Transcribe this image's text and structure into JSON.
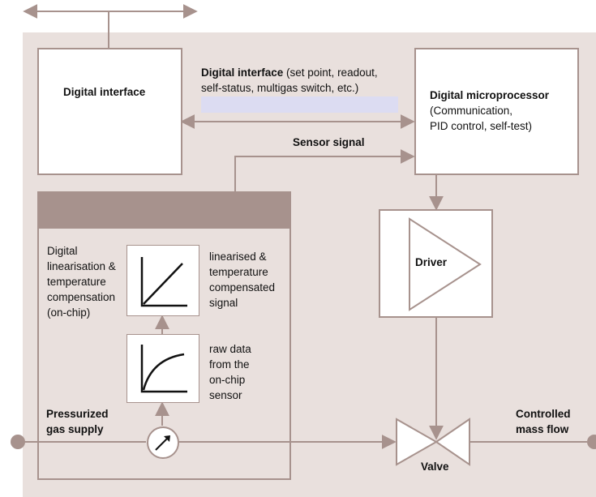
{
  "diagram": {
    "digital_interface_box": "Digital interface",
    "interface_caption": {
      "bold": "Digital interface",
      "rest": " (set point, readout,",
      "line2": "self-status, multigas switch, etc.)"
    },
    "microprocessor": {
      "title": "Digital microprocessor",
      "line1": "(Communication,",
      "line2": "PID control, self-test)"
    },
    "sensor_signal": "Sensor signal",
    "linearisation_label": [
      "Digital",
      "linearisation &",
      "temperature",
      "compensation",
      "(on-chip)"
    ],
    "linearised_label": [
      "linearised &",
      "temperature",
      "compensated",
      "signal"
    ],
    "raw_label": [
      "raw data",
      "from the",
      "on-chip",
      "sensor"
    ],
    "driver": "Driver",
    "valve": "Valve",
    "pressurized": [
      "Pressurized",
      "gas supply"
    ],
    "controlled": [
      "Controlled",
      "mass flow"
    ]
  },
  "colors": {
    "panel": "#e9e0dd",
    "line": "#a7928d",
    "sensor_header": "#a7928d",
    "highlight": "#dcdcf2"
  }
}
